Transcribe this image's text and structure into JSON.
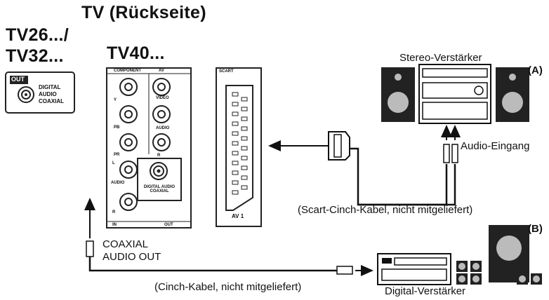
{
  "titles": {
    "tv_back": "TV (Rückseite)",
    "tv_small_line1": "TV26.../",
    "tv_small_line2": "TV32...",
    "tv_large": "TV40..."
  },
  "small_panel": {
    "out_label": "OUT",
    "port_label_line1": "DIGITAL",
    "port_label_line2": "AUDIO",
    "port_label_line3": "COAXIAL"
  },
  "large_panel": {
    "component_label": "COMPONENT",
    "av_label": "AV",
    "video_label": "VIDEO",
    "y_label": "Y",
    "pb_label": "Pb",
    "pr_label": "Pr",
    "audio_label": "AUDIO",
    "l_label": "L",
    "r_label": "R",
    "digital_label_line1": "DIGITAL AUDIO",
    "digital_label_line2": "COAXIAL",
    "in_label": "IN",
    "out_label": "OUT"
  },
  "scart_panel": {
    "header": "SCART",
    "name": "AV 1"
  },
  "labels": {
    "stereo_amp": "Stereo-Verstärker",
    "marker_a": "(A)",
    "audio_input": "Audio-Eingang",
    "scart_cable": "(Scart-Cinch-Kabel, nicht mitgeliefert)",
    "coaxial_line1": "COAXIAL",
    "coaxial_line2": "AUDIO OUT",
    "marker_b": "(B)",
    "cinch_cable": "(Cinch-Kabel, nicht mitgeliefert)",
    "digital_amp": "Digital-Verstärker"
  }
}
